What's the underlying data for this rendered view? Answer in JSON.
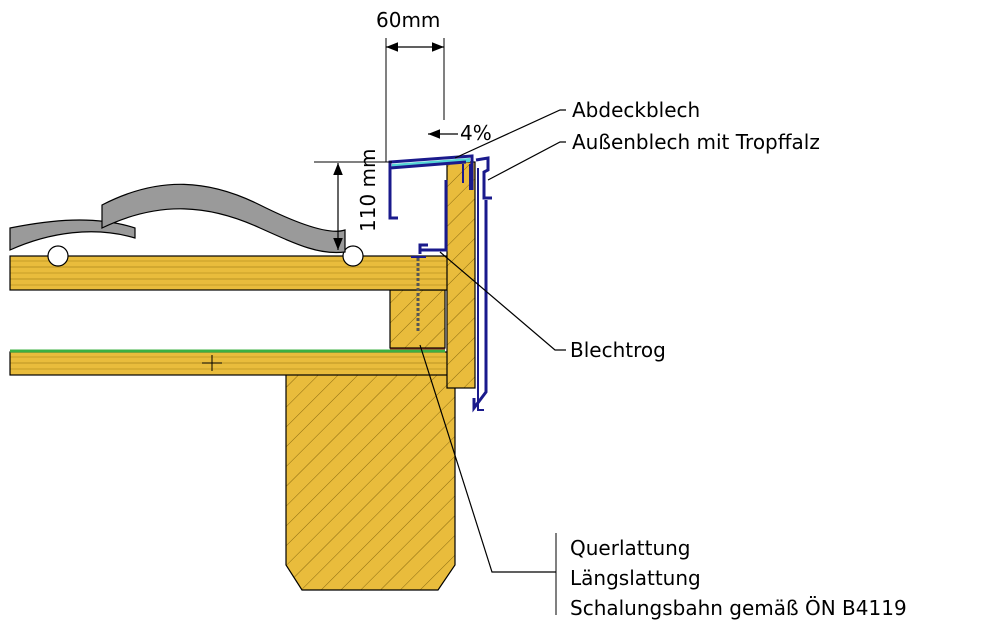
{
  "dimensions": {
    "width_label": "60mm",
    "height_label": "110 mm",
    "slope_label": "4%"
  },
  "labels": {
    "abdeckblech": "Abdeckblech",
    "aussenblech": "Außenblech mit Tropffalz",
    "blechtrog": "Blechtrog",
    "querlattung": "Querlattung",
    "laengslattung": "Längslattung",
    "schalungsbahn": "Schalungsbahn gemäß ÖN B4119"
  },
  "colors": {
    "wood": "#e9bc3c",
    "roof_tile": "#9a9a9a",
    "metal": "#1a1a8c",
    "cover_sheet": "#55d6d6",
    "membrane": "#3cb043",
    "membrane_red": "#c0392b"
  }
}
